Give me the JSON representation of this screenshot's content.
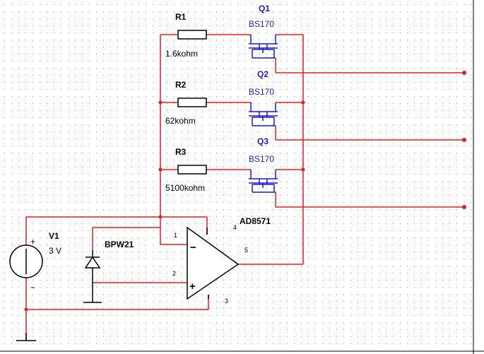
{
  "colors": {
    "wire": "#e02020",
    "component": "#000000",
    "mosfet": "#1c1ccc",
    "label": "#000000",
    "mosfet_label": "#1c1ccc",
    "grid_dot": "#9a9a9a",
    "frame": "#000000"
  },
  "resistors": [
    {
      "ref": "R1",
      "value": "1.6kohm"
    },
    {
      "ref": "R2",
      "value": "62kohm"
    },
    {
      "ref": "R3",
      "value": "5100kohm"
    }
  ],
  "mosfets": [
    {
      "ref": "Q1",
      "model": "BS170"
    },
    {
      "ref": "Q2",
      "model": "BS170"
    },
    {
      "ref": "Q3",
      "model": "BS170"
    }
  ],
  "source": {
    "ref": "V1",
    "value": "3 V",
    "plus": "+",
    "minus": "−"
  },
  "photodiode": {
    "ref": "BPW21"
  },
  "opamp": {
    "ref": "AD8571",
    "pins": {
      "inv": "1",
      "noninv": "2",
      "v_neg": "3",
      "v_pos": "4",
      "out": "5"
    },
    "minus_sign": "−",
    "plus_sign": "+"
  }
}
